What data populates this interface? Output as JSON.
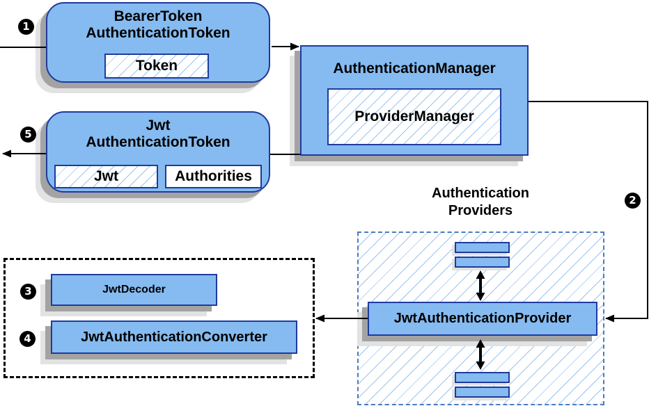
{
  "colors": {
    "box_fill": "#85BBF0",
    "box_border": "#1F3A9E",
    "hatch_line": "#9CC3F0",
    "container_border": "#4A7ABE",
    "group_border": "#000000",
    "shadow_dark": "#A3A3A3",
    "shadow_light": "#E2E2E2",
    "line": "#000000",
    "badge_bg": "#000000",
    "badge_fg": "#FFFFFF"
  },
  "nodes": {
    "bearer_token": {
      "title_line1": "BearerToken",
      "title_line2": "AuthenticationToken",
      "field_token": "Token"
    },
    "auth_manager": {
      "title": "AuthenticationManager",
      "impl": "ProviderManager"
    },
    "jwt_token": {
      "title_line1": "Jwt",
      "title_line2": "AuthenticationToken",
      "field_jwt": "Jwt",
      "field_authorities": "Authorities"
    },
    "providers": {
      "heading_line1": "Authentication",
      "heading_line2": "Providers",
      "provider": "JwtAuthenticationProvider"
    },
    "decoder_group": {
      "decoder": "JwtDecoder",
      "converter": "JwtAuthenticationConverter"
    }
  },
  "badges": {
    "step1": "1",
    "step2": "2",
    "step3": "3",
    "step4": "4",
    "step5": "5"
  }
}
